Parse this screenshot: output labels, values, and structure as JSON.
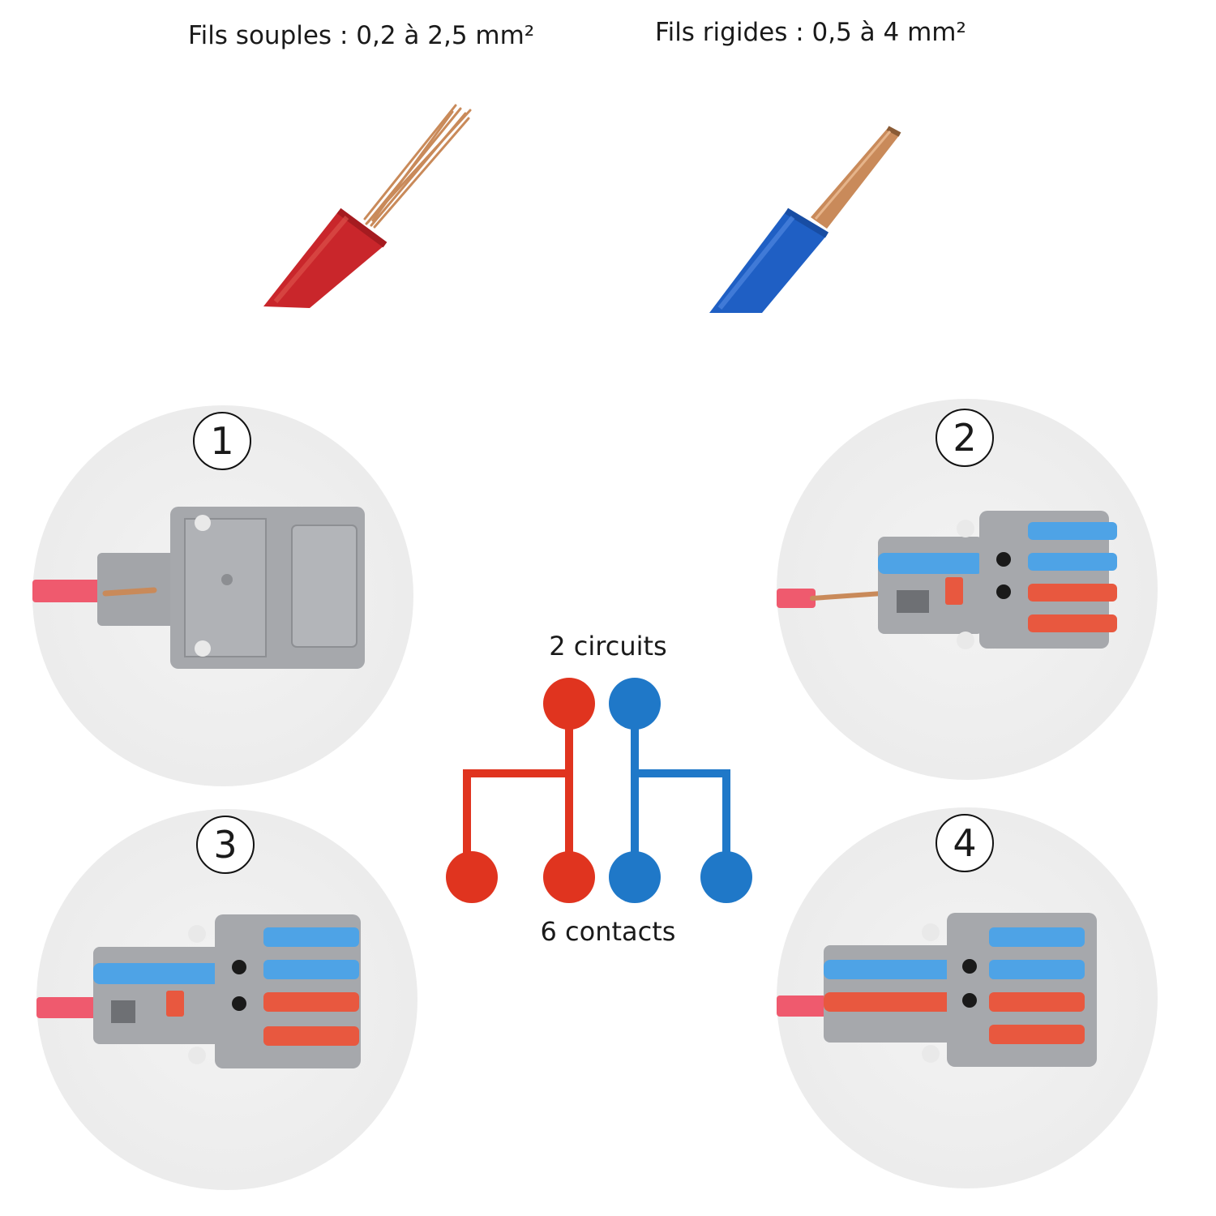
{
  "wires": {
    "flexible": {
      "title": "Fils souples : 0,2 à 2,5 mm²",
      "insulation_color": "#c9262b",
      "core_color": "#c98a5a"
    },
    "rigid": {
      "title": "Fils rigides : 0,5 à 4 mm²",
      "insulation_color": "#1f5fc4",
      "core_color": "#c98a5a"
    }
  },
  "steps": [
    {
      "number": "1"
    },
    {
      "number": "2"
    },
    {
      "number": "3"
    },
    {
      "number": "4"
    }
  ],
  "diagram": {
    "top_label": "2 circuits",
    "bottom_label": "6 contacts",
    "circuit_colors": [
      "#e0341f",
      "#1f78c8"
    ]
  },
  "colors": {
    "connector_body": "#9d9fa3",
    "lever_blue": "#4ea3e6",
    "lever_red": "#e8583f",
    "wire_pink": "#ef5a6e"
  }
}
